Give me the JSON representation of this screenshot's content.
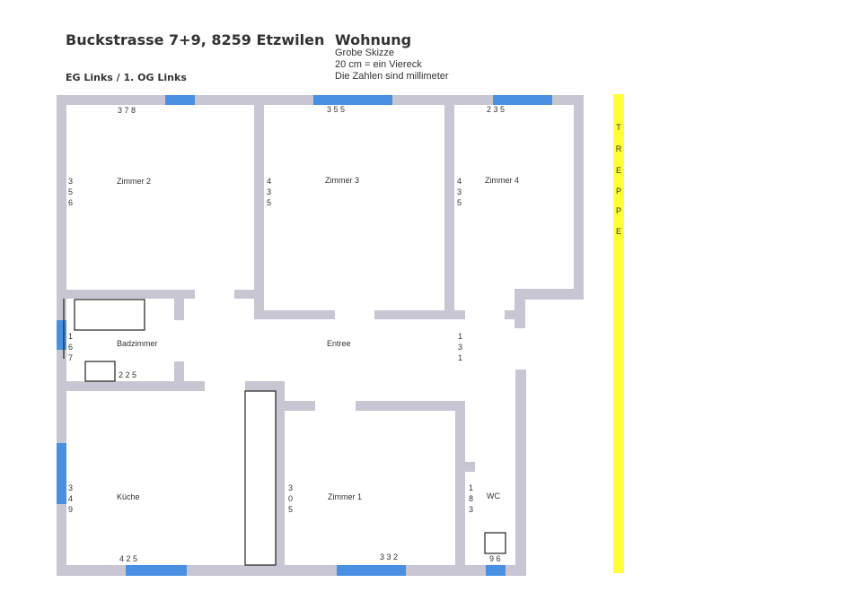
{
  "header": {
    "address": "Buckstrasse 7+9, 8259 Etzwilen",
    "floor": "EG Links / 1. OG Links",
    "title": "Wohnung",
    "notes": [
      "Grobe Skizze",
      "20 cm = ein Viereck",
      "Die Zahlen sind millimeter"
    ]
  },
  "rooms": {
    "zimmer2": "Zimmer 2",
    "zimmer3": "Zimmer 3",
    "zimmer4": "Zimmer 4",
    "badzimmer": "Badzimmer",
    "entree": "Entree",
    "kueche": "Küche",
    "zimmer1": "Zimmer 1",
    "wc": "WC"
  },
  "dimensions": {
    "z2_width": "3 7 8",
    "z3_width": "3 5 5",
    "z4_width": "2 3 5",
    "z2_height": [
      "3",
      "5",
      "6"
    ],
    "z3_height": [
      "4",
      "3",
      "5"
    ],
    "z4_height": [
      "4",
      "3",
      "5"
    ],
    "bad_height": [
      "1",
      "6",
      "7"
    ],
    "bad_width": "2 2 5",
    "entree_height": [
      "1",
      "3",
      "1"
    ],
    "kueche_height": [
      "3",
      "4",
      "9"
    ],
    "kueche_width": "4 2 5",
    "z1_height": [
      "3",
      "0",
      "5"
    ],
    "z1_width": "3 3 2",
    "wc_height": [
      "1",
      "8",
      "3"
    ],
    "wc_width": "9 6"
  },
  "stair_letters": [
    "T",
    "R",
    "E",
    "P",
    "P",
    "E"
  ],
  "colors": {
    "wall": "#c8c6d2",
    "window": "#4a90e2",
    "stair": "#ffff33"
  }
}
